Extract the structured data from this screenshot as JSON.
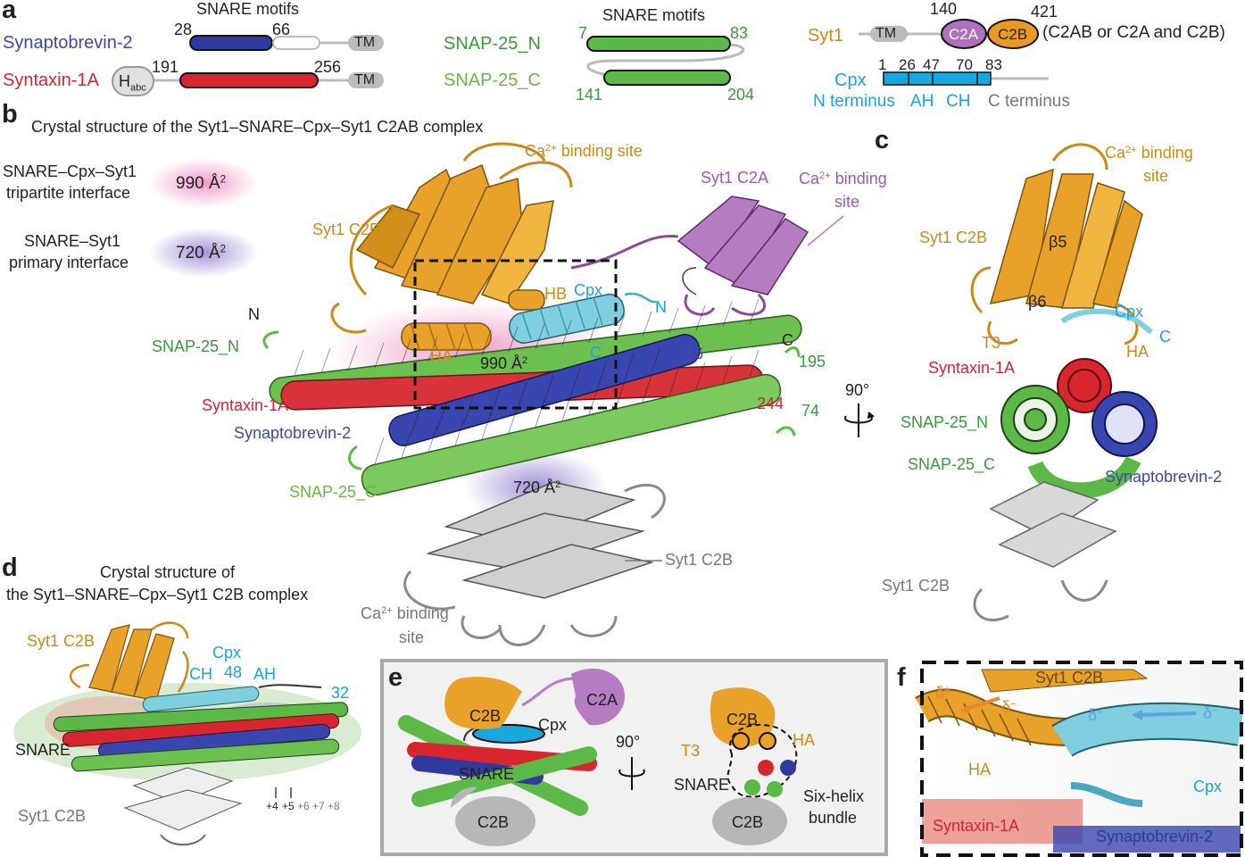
{
  "panels": {
    "a": "a",
    "b": "b",
    "c": "c",
    "d": "d",
    "e": "e",
    "f": "f"
  },
  "panel_a": {
    "left_header": "SNARE motifs",
    "mid_header": "SNARE motifs",
    "synaptobrevin": {
      "name": "Synaptobrevin-2",
      "start": "28",
      "end": "66",
      "tm": "TM"
    },
    "syntaxin": {
      "name": "Syntaxin-1A",
      "habc_main": "H",
      "habc_sub": "abc",
      "start": "191",
      "end": "256",
      "tm": "TM"
    },
    "snap25n": {
      "name": "SNAP-25_N",
      "start": "7",
      "end": "83"
    },
    "snap25c": {
      "name": "SNAP-25_C",
      "start": "141",
      "end": "204"
    },
    "syt1": {
      "name": "Syt1",
      "tm": "TM",
      "c2a": "C2A",
      "c2b": "C2B",
      "start": "140",
      "end": "421",
      "note": "(C2AB or C2A and C2B)"
    },
    "cpx": {
      "name": "Cpx",
      "n1": "1",
      "n26": "26",
      "n47": "47",
      "n70": "70",
      "n83": "83",
      "nterm": "N terminus",
      "ah": "AH",
      "ch": "CH",
      "cterm": "C terminus"
    }
  },
  "panel_b": {
    "title": "Crystal structure of the Syt1–SNARE–Cpx–Syt1 C2AB complex",
    "legend_tripartite": [
      "SNARE–Cpx–Syt1",
      "tripartite interface"
    ],
    "legend_tripartite_value": "990 Å",
    "legend_primary": [
      "SNARE–Syt1",
      "primary interface"
    ],
    "legend_primary_value": "720 Å",
    "sq": "2",
    "ca_site_top": "Ca",
    "ca_site_top_sup": "2+",
    "ca_site_top_rest": " binding site",
    "syt1_c2a": "Syt1 C2A",
    "ca_site_c2a": [
      "Ca",
      "2+",
      " binding",
      "site"
    ],
    "syt1_c2b": "Syt1 C2B",
    "hb": "HB",
    "cpx": "Cpx",
    "n_label": "N",
    "c_label": "C",
    "ha": "HA",
    "area_990": "990 Å",
    "snap25n": "SNAP-25_N",
    "syntaxin": "Syntaxin-1A",
    "synaptobrevin": "Synaptobrevin-2",
    "snap25c": "SNAP-25_C",
    "n66": "66",
    "n195": "195",
    "n244": "244",
    "n74": "74",
    "area_720": "720 Å",
    "syt1_c2b_bottom": "Syt1 C2B",
    "ca_site_bottom": [
      "Ca",
      "2+",
      " binding",
      "site"
    ],
    "rotate": "90°"
  },
  "panel_c": {
    "ca_site": [
      "Ca",
      "2+",
      " binding",
      "site"
    ],
    "syt1_c2b": "Syt1 C2B",
    "b5": "β5",
    "b6": "β6",
    "cpx": "Cpx",
    "t3": "T3",
    "c_label": "C",
    "ha": "HA",
    "syntaxin": "Syntaxin-1A",
    "snap25n": "SNAP-25_N",
    "snap25c": "SNAP-25_C",
    "synaptobrevin": "Synaptobrevin-2",
    "syt1_c2b_bottom": "Syt1 C2B"
  },
  "panel_d": {
    "title": [
      "Crystal structure of",
      "the Syt1–SNARE–Cpx–Syt1 C2B complex"
    ],
    "syt1_c2b": "Syt1 C2B",
    "cpx": "Cpx",
    "ch": "CH",
    "n48": "48",
    "ah": "AH",
    "n32": "32",
    "snare": "SNARE",
    "syt1_c2b_bottom": "Syt1 C2B",
    "layers": [
      "+4",
      "+5",
      "+6",
      "+7",
      "+8"
    ]
  },
  "panel_e": {
    "c2b": "C2B",
    "c2a": "C2A",
    "cpx": "Cpx",
    "snare": "SNARE",
    "c2b_bottom": "C2B",
    "rotate": "90°",
    "c2b_right": "C2B",
    "t3": "T3",
    "ha": "HA",
    "snare_right": "SNARE",
    "six_helix": [
      "Six-helix",
      "bundle"
    ],
    "c2b_right_bottom": "C2B"
  },
  "panel_f": {
    "syt1_c2b": "Syt1 C2B",
    "d_plus": "δ",
    "d_minus": "δ",
    "plus": "+",
    "minus": "−",
    "ha": "HA",
    "cpx": "Cpx",
    "syntaxin": "Syntaxin-1A",
    "synaptobrevin": "Synaptobrevin-2"
  },
  "colors": {
    "synaptobrevin": "#2e3a9e",
    "syntaxin": "#d7262e",
    "snap25": "#5cb947",
    "syt1_c2b": "#e8a22a",
    "syt1_c2a": "#a868b5",
    "cpx": "#18a8e0",
    "grey": "#b8b8b8",
    "tripartite_halo": "#e87cb4",
    "primary_halo": "#8b78cc"
  }
}
